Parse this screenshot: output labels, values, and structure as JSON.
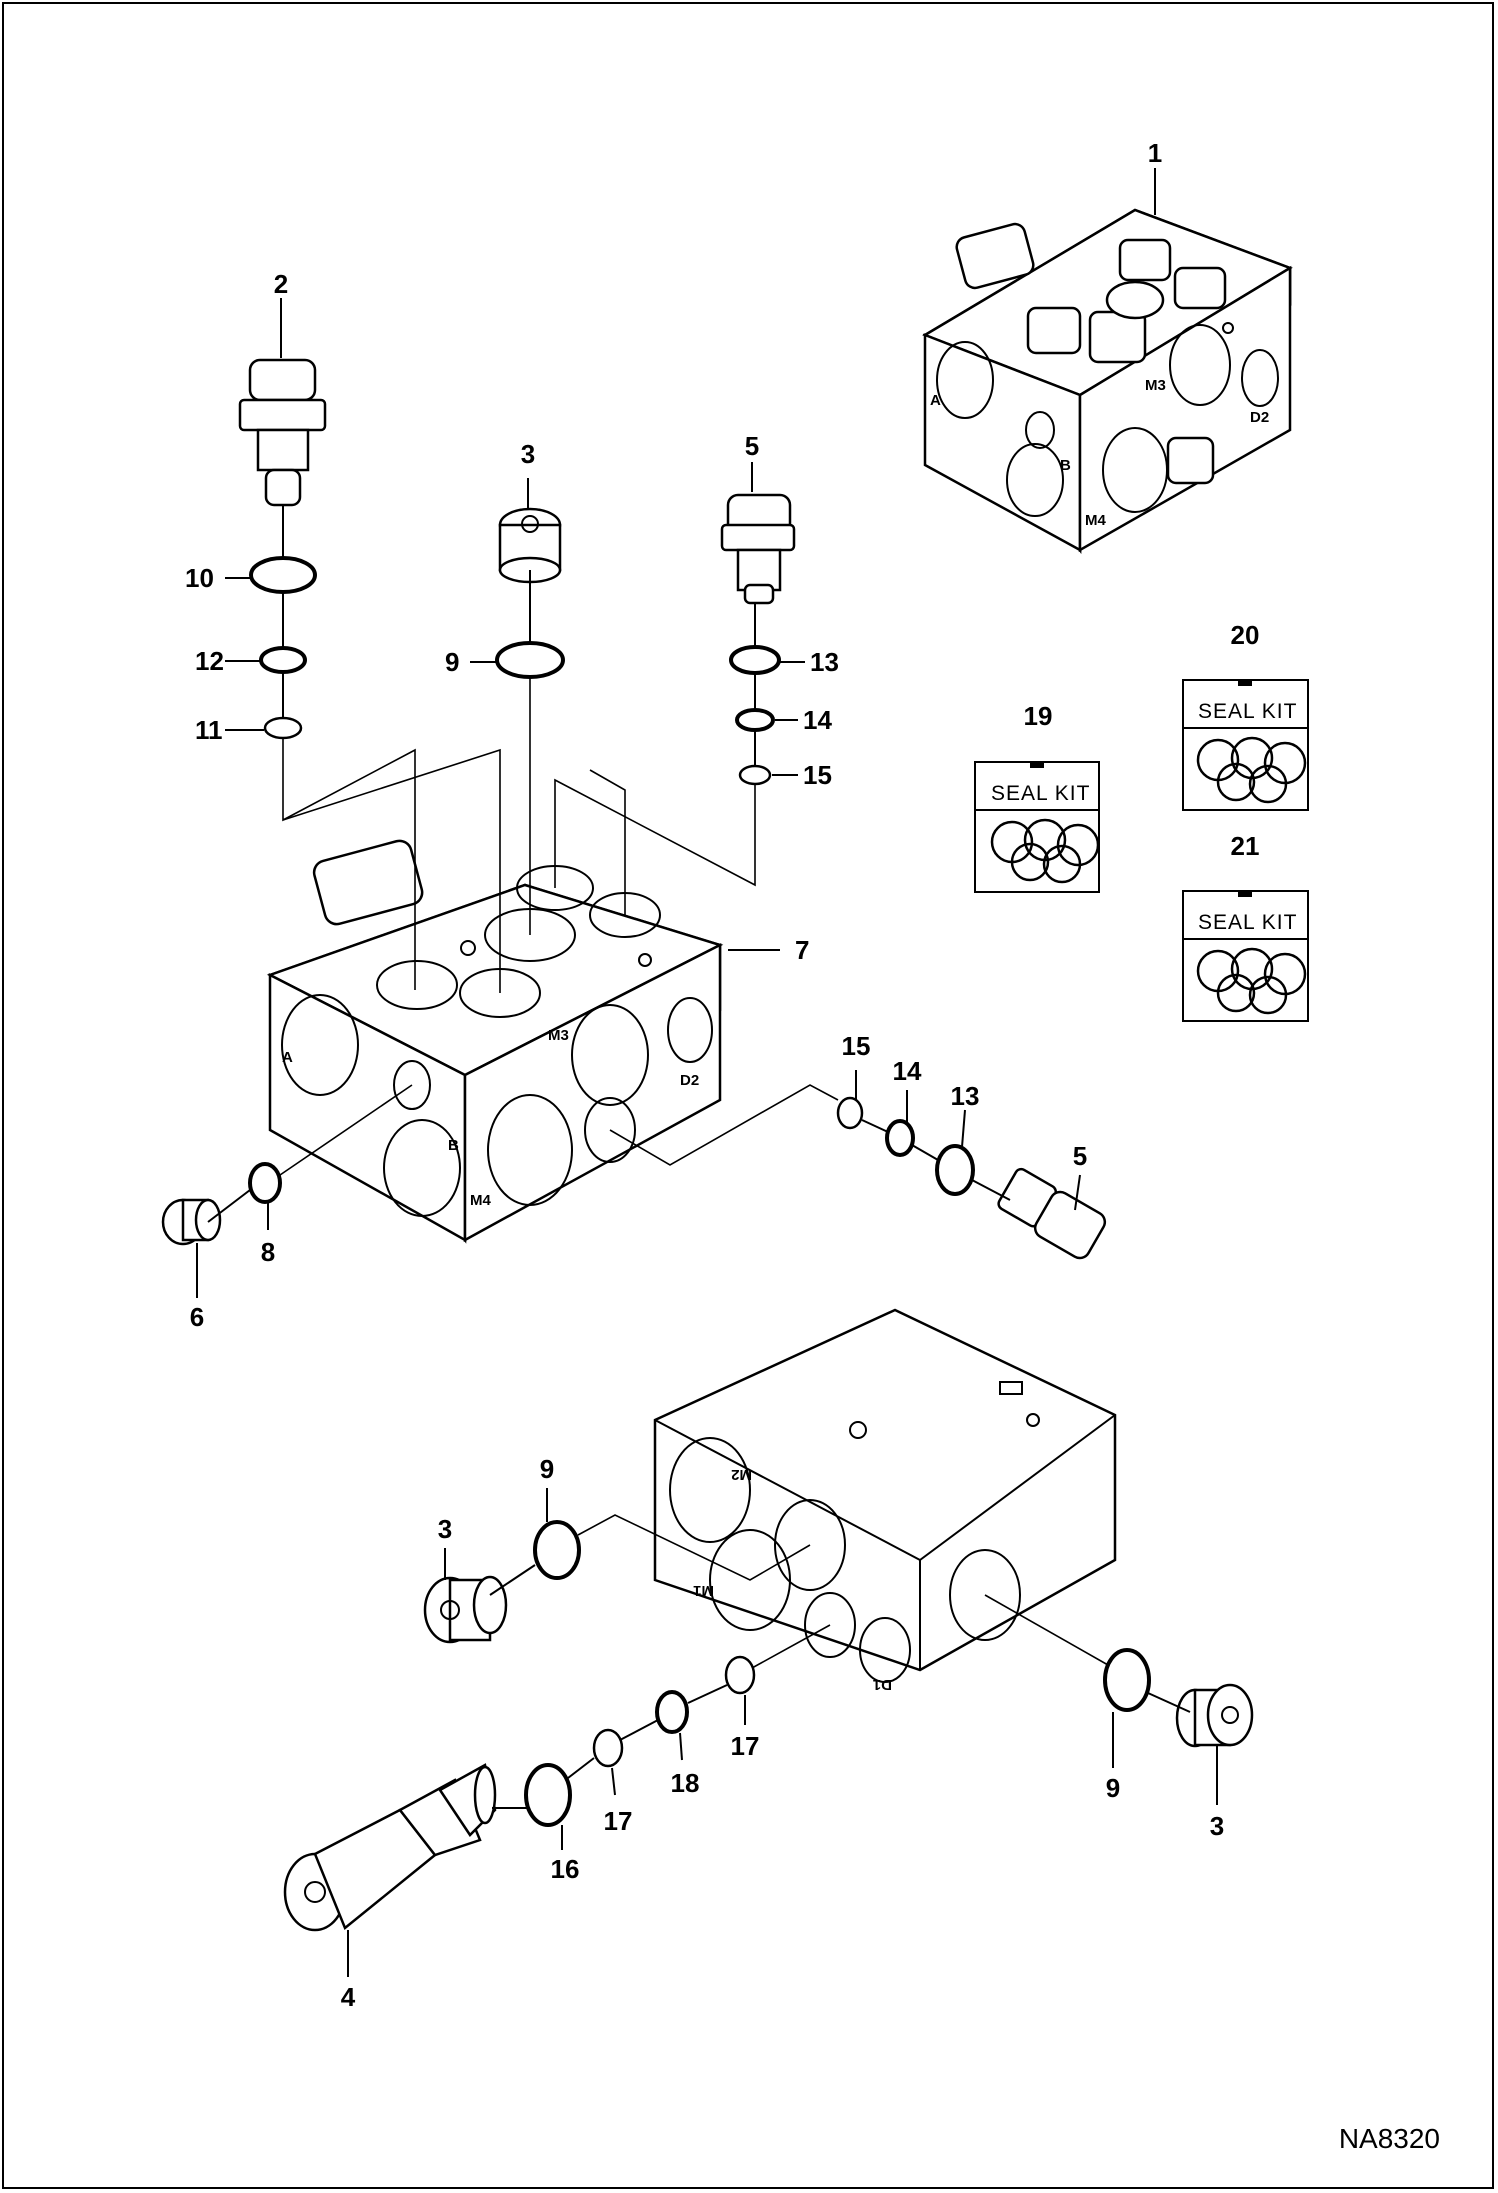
{
  "drawing_code": "NA8320",
  "seal_kit_label": "SEAL KIT",
  "callouts": {
    "c1": "1",
    "c2": "2",
    "c3a": "3",
    "c3b": "3",
    "c3c": "3",
    "c4": "4",
    "c5a": "5",
    "c5b": "5",
    "c6": "6",
    "c7": "7",
    "c8": "8",
    "c9a": "9",
    "c9b": "9",
    "c9c": "9",
    "c10": "10",
    "c11": "11",
    "c12": "12",
    "c13a": "13",
    "c13b": "13",
    "c14a": "14",
    "c14b": "14",
    "c15a": "15",
    "c15b": "15",
    "c16": "16",
    "c17a": "17",
    "c17b": "17",
    "c18": "18",
    "c19": "19",
    "c20": "20",
    "c21": "21"
  },
  "ports": {
    "top_a": "A",
    "top_b": "B",
    "top_m3": "M3",
    "top_m4": "M4",
    "top_d2": "D2",
    "mid_a": "A",
    "mid_b": "B",
    "mid_m3": "M3",
    "mid_m4": "M4",
    "mid_d2": "D2",
    "bot_m1": "M1",
    "bot_m2": "M2",
    "bot_d1": "D1"
  }
}
